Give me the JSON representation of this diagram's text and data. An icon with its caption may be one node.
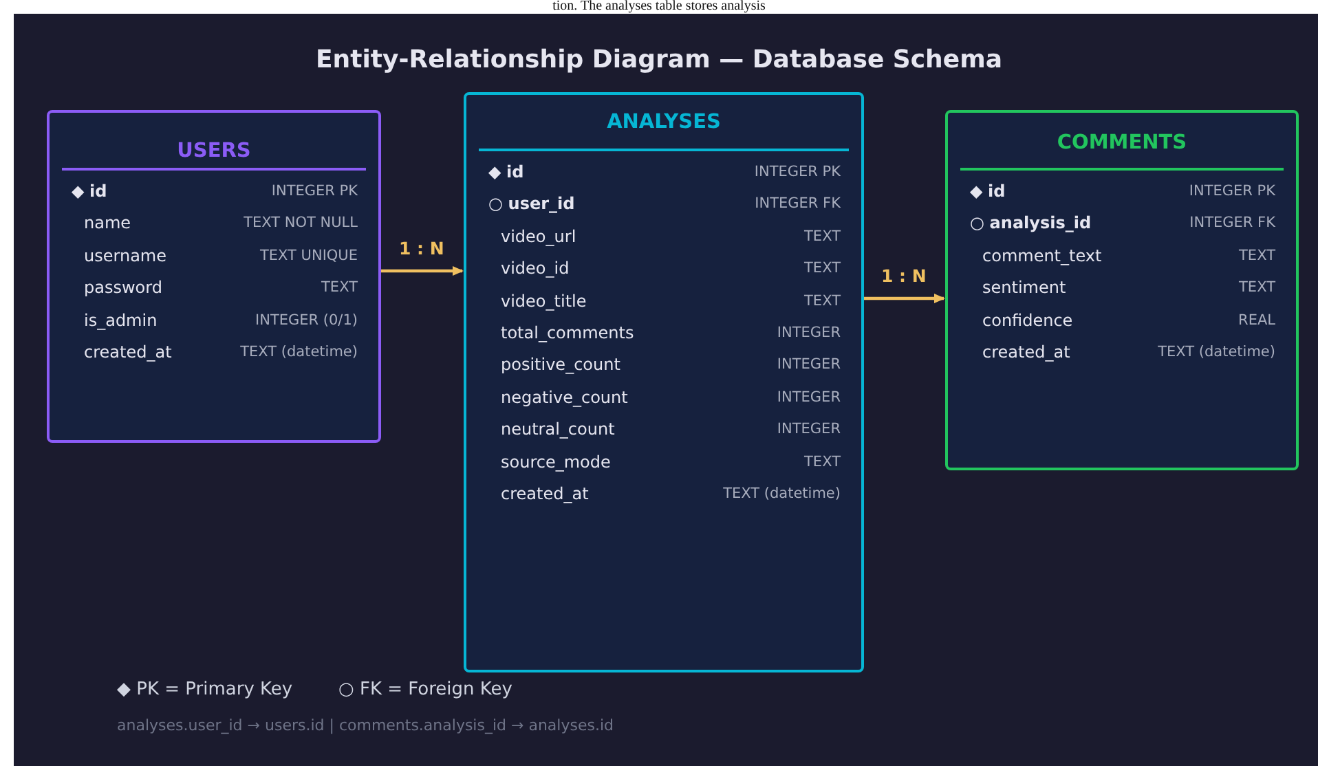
{
  "diagram": {
    "title": "Entity-Relationship Diagram — Database Schema",
    "nodes": [
      {
        "text": [
          "USERS",
          "◆ **id**",
          "INTEGER PK",
          "name",
          "TEXT NOT NULL",
          "username",
          "TEXT UNIQUE",
          "password",
          "TEXT",
          "is_admin",
          "INTEGER (0/1)",
          "created_at",
          "TEXT (datetime)"
        ]
      },
      {
        "text": [
          "ANALYSES",
          "◆ **id**",
          "INTEGER PK",
          "○ **user_id**",
          "INTEGER FK",
          "video_url",
          "TEXT",
          "video_id",
          "TEXT",
          "video_title",
          "TEXT",
          "total_comments",
          "INTEGER",
          "positive_count",
          "INTEGER",
          "negative_count",
          "INTEGER",
          "neutral_count",
          "INTEGER",
          "source_mode",
          "TEXT",
          "created_at",
          "TEXT (datetime)"
        ]
      },
      {
        "text": [
          "COMMENTS",
          "◆ **id**",
          "INTEGER PK",
          "○ **analysis_id**",
          "INTEGER FK",
          "comment_text",
          "TEXT",
          "sentiment",
          "TEXT",
          "confidence",
          "REAL",
          "created_at",
          "TEXT (datetime)"
        ]
      }
    ],
    "edges": [
      {
        "from": 0,
        "to": 1,
        "arrow": "to",
        "label": "1 : N"
      },
      {
        "from": 1,
        "to": 2,
        "arrow": "to",
        "label": "1 : N"
      }
    ],
    "labels": [
      "tion. The analyses table stores analysis",
      "analyses.user_id → users.id  |  comments.analysis_id → analyses.id"
    ],
    "legend": [
      {
        "text": "◆ PK = Primary Key"
      },
      {
        "text": "○ FK = Foreign Key"
      }
    ]
  }
}
